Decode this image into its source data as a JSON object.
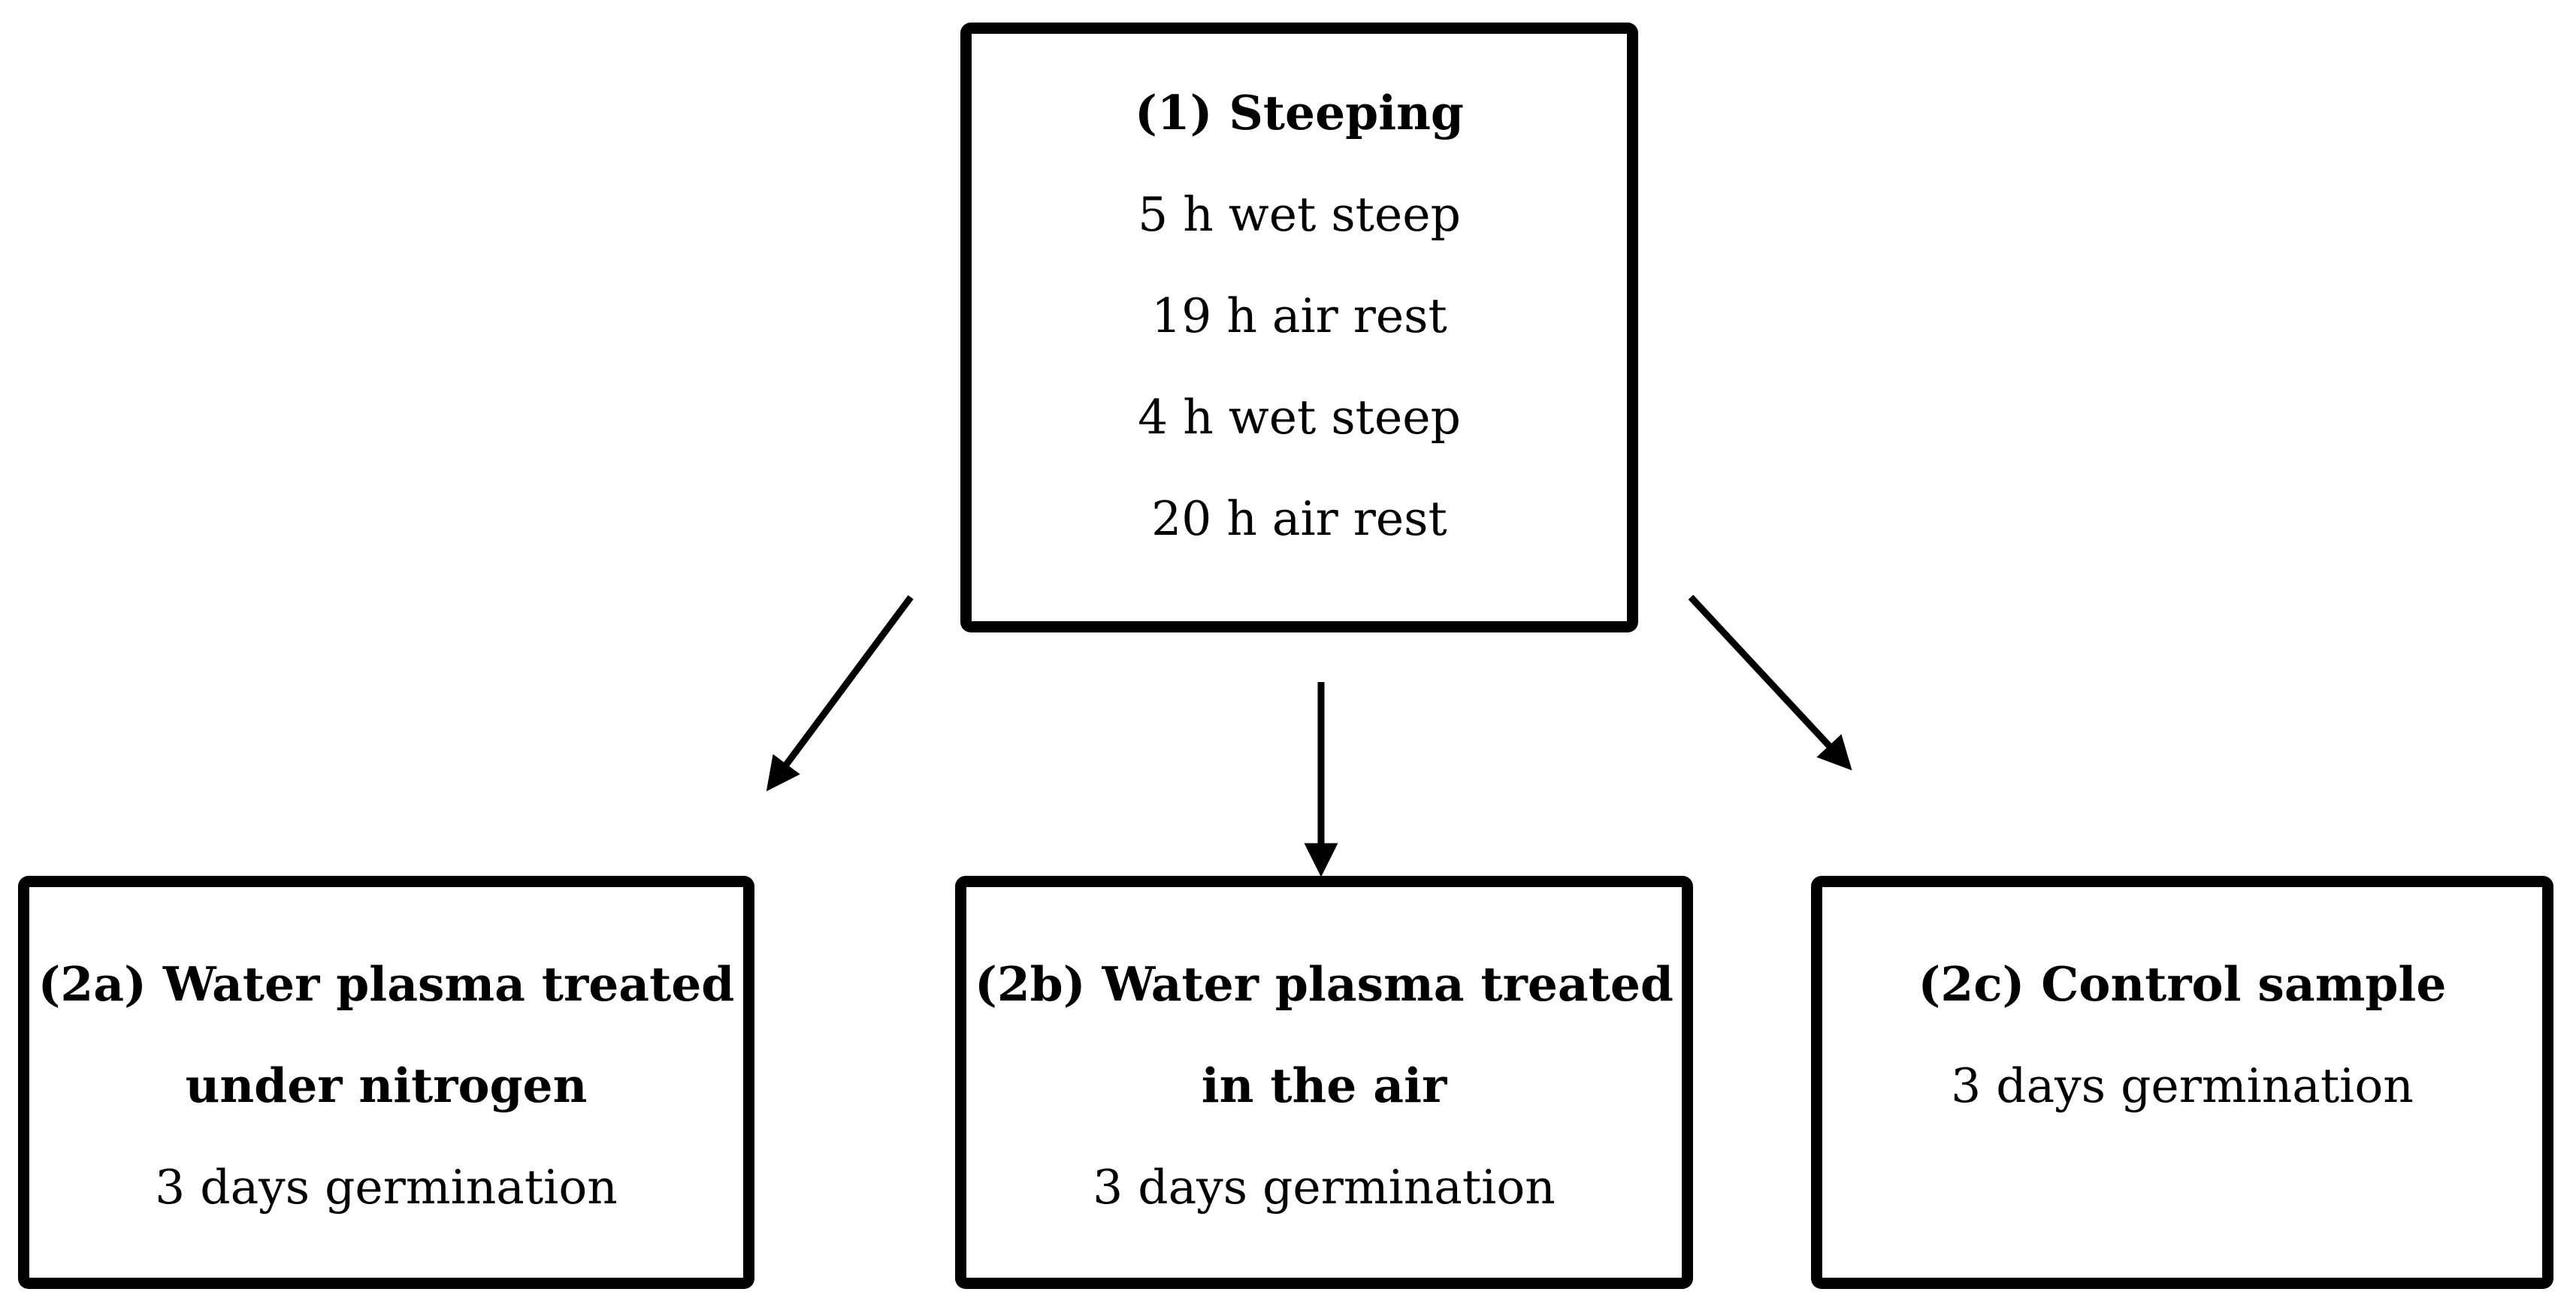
{
  "figure": {
    "background_color": "#ffffff",
    "stroke_color": "#000000",
    "top_box": {
      "title": "(1) Steeping",
      "lines": [
        "5 h wet steep",
        "19 h air rest",
        "4 h wet steep",
        "20 h air rest"
      ]
    },
    "bottom_boxes": [
      {
        "id": "2a",
        "title_line1": "(2a) Water plasma treated",
        "title_line2": "under nitrogen",
        "body": "3 days germination"
      },
      {
        "id": "2b",
        "title_line1": "(2b) Water plasma treated",
        "title_line2": "in the air",
        "body": "3 days germination"
      },
      {
        "id": "2c",
        "title_line1": "(2c) Control sample",
        "body": "3 days germination"
      }
    ]
  }
}
